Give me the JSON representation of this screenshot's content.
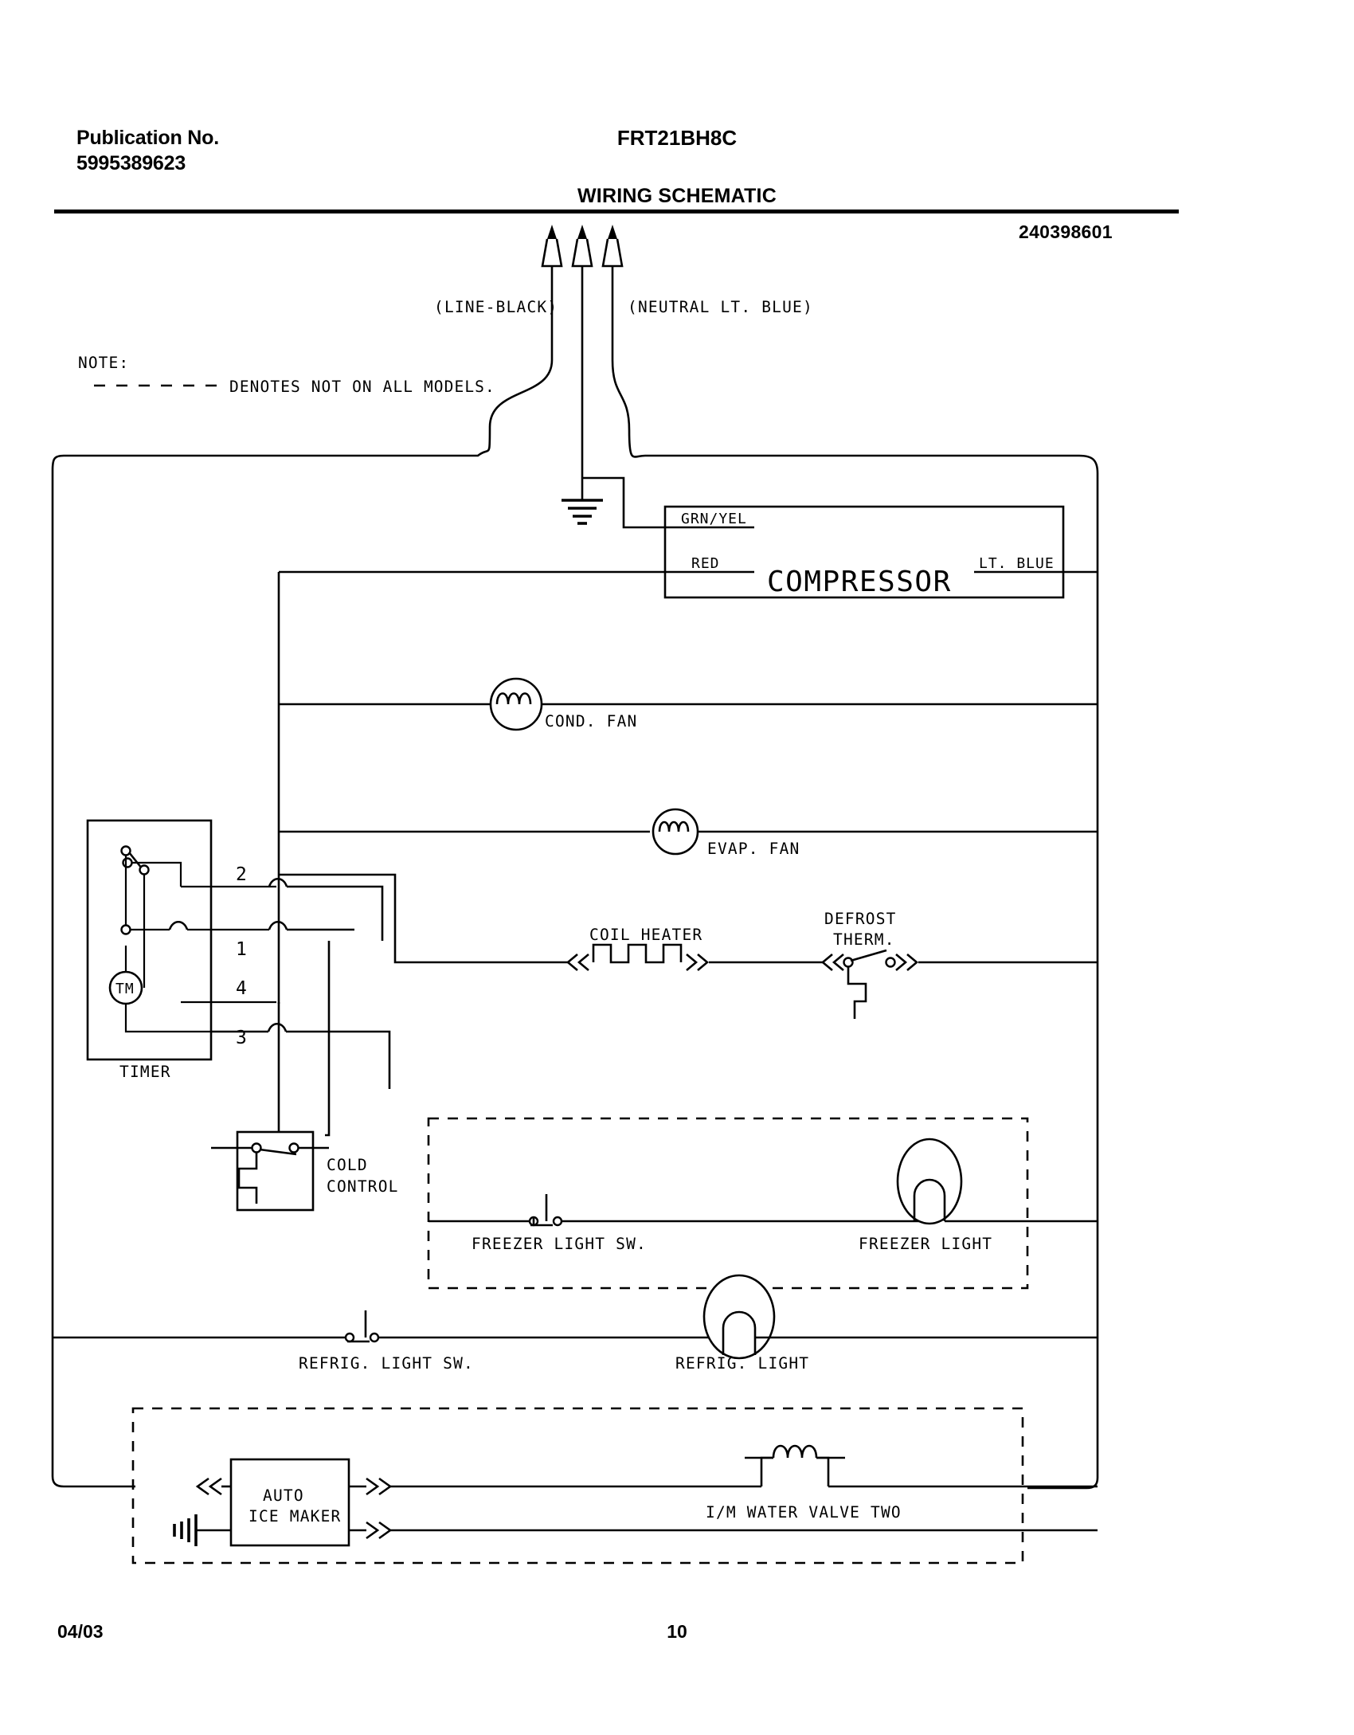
{
  "header": {
    "publication_label": "Publication No.",
    "publication_number": "5995389623",
    "model": "FRT21BH8C",
    "title": "WIRING SCHEMATIC",
    "part_number": "240398601"
  },
  "footer": {
    "date": "04/03",
    "page": "10"
  },
  "note": {
    "title": "NOTE:",
    "text": "DENOTES NOT ON ALL MODELS."
  },
  "supply": {
    "line_label": "(LINE-BLACK)",
    "neutral_label": "(NEUTRAL LT. BLUE)"
  },
  "components": {
    "compressor": {
      "name": "COMPRESSOR",
      "wire_ground": "GRN/YEL",
      "wire_line": "RED",
      "wire_neutral": "LT. BLUE"
    },
    "cond_fan": "COND. FAN",
    "evap_fan": "EVAP. FAN",
    "coil_heater": "COIL HEATER",
    "defrost_therm_line1": "DEFROST",
    "defrost_therm_line2": "THERM.",
    "timer": {
      "name": "TIMER",
      "motor": "TM",
      "terminals": [
        "2",
        "1",
        "4",
        "3"
      ]
    },
    "cold_control_line1": "COLD",
    "cold_control_line2": "CONTROL",
    "freezer_light_sw": "FREEZER LIGHT SW.",
    "freezer_light": "FREEZER LIGHT",
    "refrig_light_sw": "REFRIG. LIGHT SW.",
    "refrig_light": "REFRIG. LIGHT",
    "ice_maker_line1": "AUTO",
    "ice_maker_line2": "ICE MAKER",
    "water_valve": "I/M WATER VALVE TWO"
  }
}
